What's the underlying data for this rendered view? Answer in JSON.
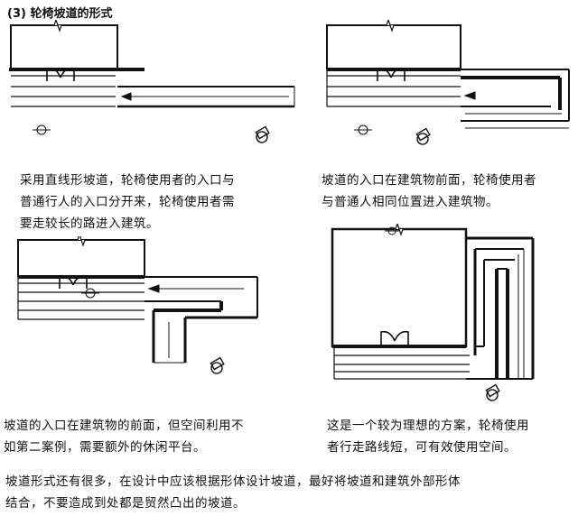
{
  "title": "(3) 轮椅坡道的形式",
  "captions": {
    "fig1": [
      "采用直线形坡道，轮椅使用者的入口与",
      "普通行人的入口分开来，轮椅使用者需",
      "要走较长的路进入建筑。"
    ],
    "fig2": [
      "坡道的入口在建筑物前面，轮椅使用者",
      "与普通人相同位置进入建筑物。"
    ],
    "fig3": [
      "坡道的入口在建筑物的前面，但空间利用不",
      "如第二案例，需要额外的休闲平台。"
    ],
    "fig4": [
      "这是一个较为理想的方案，轮椅使用",
      "者行走路线短，可有效使用空间。"
    ]
  },
  "footer": [
    "坡道形式还有很多，在设计中应该根据形体设计坡道，最好将坡道和建筑外部形体",
    "结合，不要造成到处都是贸然凸出的坡道。"
  ],
  "figures": [
    {
      "id": "fig1",
      "label": "straight ramp"
    },
    {
      "id": "fig2",
      "label": "U-turn ramp at front"
    },
    {
      "id": "fig3",
      "label": "ramp with rest platform"
    },
    {
      "id": "fig4",
      "label": "ramp along building side"
    }
  ]
}
